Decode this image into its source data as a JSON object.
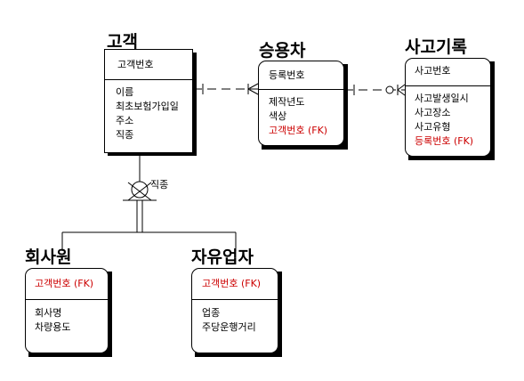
{
  "entities": {
    "customer": {
      "title": "고객",
      "pk": "고객번호",
      "attrs": [
        "이름",
        "최초보험가입일",
        "주소",
        "직종"
      ]
    },
    "car": {
      "title": "승용차",
      "pk": "등록번호",
      "attrs": [
        "제작년도",
        "색상",
        "고객번호 (FK)"
      ]
    },
    "accident": {
      "title": "사고기록",
      "pk": "사고번호",
      "attrs": [
        "사고발생일시",
        "사고장소",
        "사고유형",
        "등록번호 (FK)"
      ]
    },
    "employee": {
      "title": "회사원",
      "pk": "고객번호 (FK)",
      "attrs": [
        "회사명",
        "차량용도"
      ]
    },
    "selfemployed": {
      "title": "자유업자",
      "pk": "고객번호 (FK)",
      "attrs": [
        "업종",
        "주당운행거리"
      ]
    }
  },
  "subtype_discriminator": "직종",
  "colors": {
    "fk": "#cc0000",
    "line": "#000000"
  }
}
